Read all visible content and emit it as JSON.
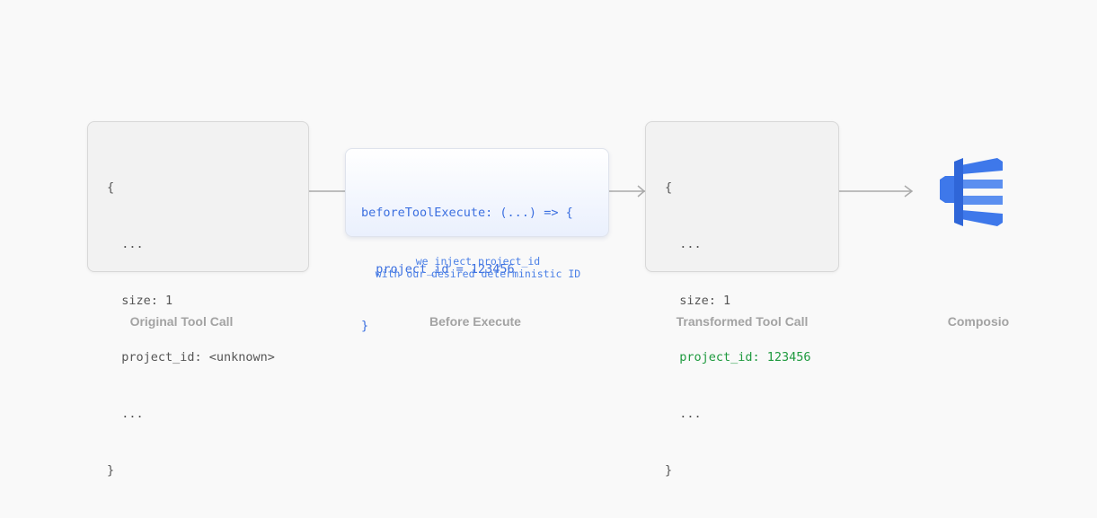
{
  "original_tool_call": {
    "lines": [
      "{",
      "  ...",
      "  size: 1",
      "  project_id: <unknown>",
      "  ...",
      "}"
    ],
    "label": "Original Tool Call"
  },
  "before_execute": {
    "lines": [
      "beforeToolExecute: (...) => {",
      "  project_id = 123456",
      "}"
    ],
    "note_lines": [
      "we inject project_id",
      "with our desired deterministic ID"
    ],
    "label": "Before Execute"
  },
  "transformed_tool_call": {
    "lines": [
      "{",
      "  ...",
      "  size: 1",
      "  project_id: 123456",
      "  ...",
      "}"
    ],
    "highlight_line_index": 3,
    "label": "Transformed Tool Call"
  },
  "composio": {
    "label": "Composio",
    "icon": "composio-logo-icon"
  },
  "colors": {
    "code_text": "#555555",
    "hook_code": "#3b6fe0",
    "injected_value": "#1f9a3f",
    "note_text": "#4a7fe6",
    "label_text": "#a3a3a3",
    "arrow": "#aaaaaa",
    "logo_blue": "#3e78ea"
  }
}
